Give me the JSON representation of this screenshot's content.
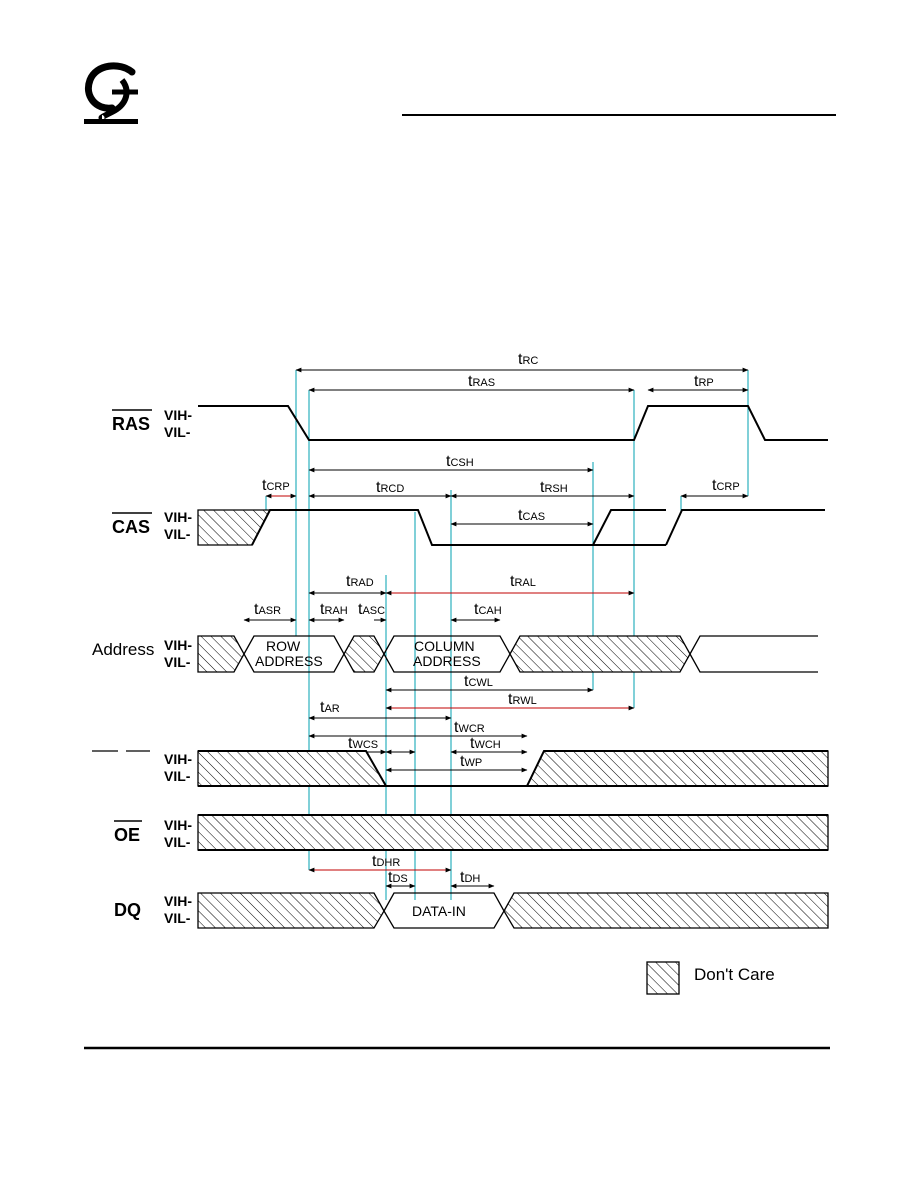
{
  "signals": {
    "ras": "RAS",
    "cas": "CAS",
    "address": "Address",
    "we": "",
    "oe": "OE",
    "dq": "DQ"
  },
  "levels": {
    "vih": "VIH-",
    "vil": "VIL-"
  },
  "boxes": {
    "row_line1": "ROW",
    "row_line2": "ADDRESS",
    "col_line1": "COLUMN",
    "col_line2": "ADDRESS",
    "data_in": "DATA-IN"
  },
  "timing": {
    "trc": {
      "t": "t",
      "sub": "RC"
    },
    "tras": {
      "t": "t",
      "sub": "RAS"
    },
    "trp": {
      "t": "t",
      "sub": "RP"
    },
    "tcsh": {
      "t": "t",
      "sub": "CSH"
    },
    "tcrp1": {
      "t": "t",
      "sub": "CRP"
    },
    "trcd": {
      "t": "t",
      "sub": "RCD"
    },
    "trsh": {
      "t": "t",
      "sub": "RSH"
    },
    "tcrp2": {
      "t": "t",
      "sub": "CRP"
    },
    "tcas": {
      "t": "t",
      "sub": "CAS"
    },
    "trad": {
      "t": "t",
      "sub": "RAD"
    },
    "tral": {
      "t": "t",
      "sub": "RAL"
    },
    "tasr": {
      "t": "t",
      "sub": "ASR"
    },
    "trah": {
      "t": "t",
      "sub": "RAH"
    },
    "tasc": {
      "t": "t",
      "sub": "ASC"
    },
    "tcah": {
      "t": "t",
      "sub": "CAH"
    },
    "tcwl": {
      "t": "t",
      "sub": "CWL"
    },
    "trwl": {
      "t": "t",
      "sub": "RWL"
    },
    "tar": {
      "t": "t",
      "sub": "AR"
    },
    "twcr": {
      "t": "t",
      "sub": "WCR"
    },
    "twcs": {
      "t": "t",
      "sub": "WCS"
    },
    "twch": {
      "t": "t",
      "sub": "WCH"
    },
    "twp": {
      "t": "t",
      "sub": "WP"
    },
    "tdhr": {
      "t": "t",
      "sub": "DHR"
    },
    "tds": {
      "t": "t",
      "sub": "DS"
    },
    "tdh": {
      "t": "t",
      "sub": "DH"
    }
  },
  "legend": {
    "dont_care": "Don't Care"
  }
}
